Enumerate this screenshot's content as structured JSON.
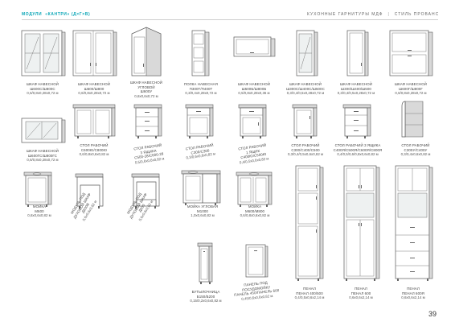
{
  "header": {
    "series_label": "МОДУЛИ",
    "series_name": "«КАНТРИ» (Д×Г×В)",
    "right_text": "КУХОННЫЕ ГАРНИТУРЫ МДФ",
    "separator": "|",
    "style_text": "СТИЛЬ ПРОВАНС"
  },
  "page_number": "39",
  "modules": [
    {
      "label": "ШКАФ НАВЕСНОЙ\nШ600С/Ш800С",
      "dims": "0,6/0,8х0,28х0,72 м"
    },
    {
      "label": "ШКАФ НАВЕСНОЙ\nШ600/Ш800",
      "dims": "0,6/0,8х0,28х0,72 м"
    },
    {
      "label": "ШКАФ НАВЕСНОЙ\nУГЛОВОЙ\nШ600У",
      "dims": "0,6х0,6х0,72 м"
    },
    {
      "label": "ПОЛКА НАВЕСНАЯ\nП300Т/П400Т",
      "dims": "0,3/0,4х0,28х0,72 м"
    },
    {
      "label": "ШКАФ НАВЕСНОЙ\nШ500Б/Ш800Б",
      "dims": "0,5/0,8х0,28х0,36 м"
    },
    {
      "label": "ШКАФ НАВЕСНОЙ\nШ300С/Ш400С/Ш500С",
      "dims": "0,3/0,4/0,5х0,28х0,72 м"
    },
    {
      "label": "ШКАФ НАВЕСНОЙ\nШ300/Ш400/Ш500",
      "dims": "0,3/0,4/0,5х0,28х0,72 м"
    },
    {
      "label": "ШКАФ НАВЕСНОЙ\nШ600Г/Ш800Г",
      "dims": "0,6/0,8х0,28х0,72 м"
    },
    {
      "label": "ШКАФ НАВЕСНОЙ\nШ600ГС/Ш800ГС",
      "dims": "0,6/0,8х0,28х0,72 м"
    },
    {
      "label": "СТОЛ РАБОЧИЙ\nС600Ю/С800Ю",
      "dims": "0,6/0,8х0,6х0,82 м"
    },
    {
      "label": "СТОЛ РАБОЧИЙ\n3 ЯЩИКА\nС500-28/С600-28",
      "dims": "0,5/0,6х0,6х0,82 м"
    },
    {
      "label": "СТОЛ РАБОЧИЙ\nС300/С300",
      "dims": "0,3/0,6х0,6х0,82 м"
    },
    {
      "label": "СТОЛ РАБОЧИЙ\n1 ЯЩИК\nС400Ю/С500Ю",
      "dims": "0,4/0,5х0,6х0,82 м"
    },
    {
      "label": "СТОЛ РАБОЧИЙ\nС300/С400/С500",
      "dims": "0,3/0,4/0,5х0,6х0,82 м"
    },
    {
      "label": "СТОЛ РАБОЧИЙ 3 ЯЩИКА\nС400Я/С500Я/С600Я/С800Я",
      "dims": "0,4/0,5/0,6/0,8х0,6х0,82 м"
    },
    {
      "label": "СТОЛ РАБОЧИЙ\nС300У/С400У",
      "dims": "0,3/0,4х0,6х0,82 м"
    },
    {
      "label": "МОЙКА\nМ600",
      "dims": "0,6х0,6х0,82 м"
    },
    {
      "label": "МОДУЛЬ ПОД\nДУХОВОЙ ШКАФ\nД600В",
      "dims": "0,6х0,6х0,82 м"
    },
    {
      "label": "МОДУЛЬ ПОД\nДУХОВОЙ ШКАФ\nД600",
      "dims": "0,6х0,6х0,82 м"
    },
    {
      "label": "МОЙКА УГЛОВАЯ\nМ1000",
      "dims": "1,0х0,6х0,82 м"
    },
    {
      "label": "МОЙКА\nМ600/М800",
      "dims": "0,6/0,8х0,6х0,82 м"
    },
    {
      "label": "БУТЫЛОЧНИЦА\nБ150/Б200",
      "dims": "0,15/0,2х0,6х0,82 м"
    },
    {
      "label": "ПАНЕЛЬ ПОД\nПОСУДОМОЙКУ\nПАНЕЛЬ 450/ПАНЕЛЬ 600",
      "dims": "0,45/0,6х0,6х0,82 м"
    },
    {
      "label": "ПЕНАЛ\nПЕНАЛ 400/500",
      "dims": "0,4/0,5х0,6х2,14 м"
    },
    {
      "label": "ПЕНАЛ\nПЕНАЛ 600",
      "dims": "0,6х0,6х2,14 м"
    },
    {
      "label": "ПЕНАЛ\nПЕНАЛ 600Я",
      "dims": "0,6х0,6х2,14 м"
    }
  ]
}
